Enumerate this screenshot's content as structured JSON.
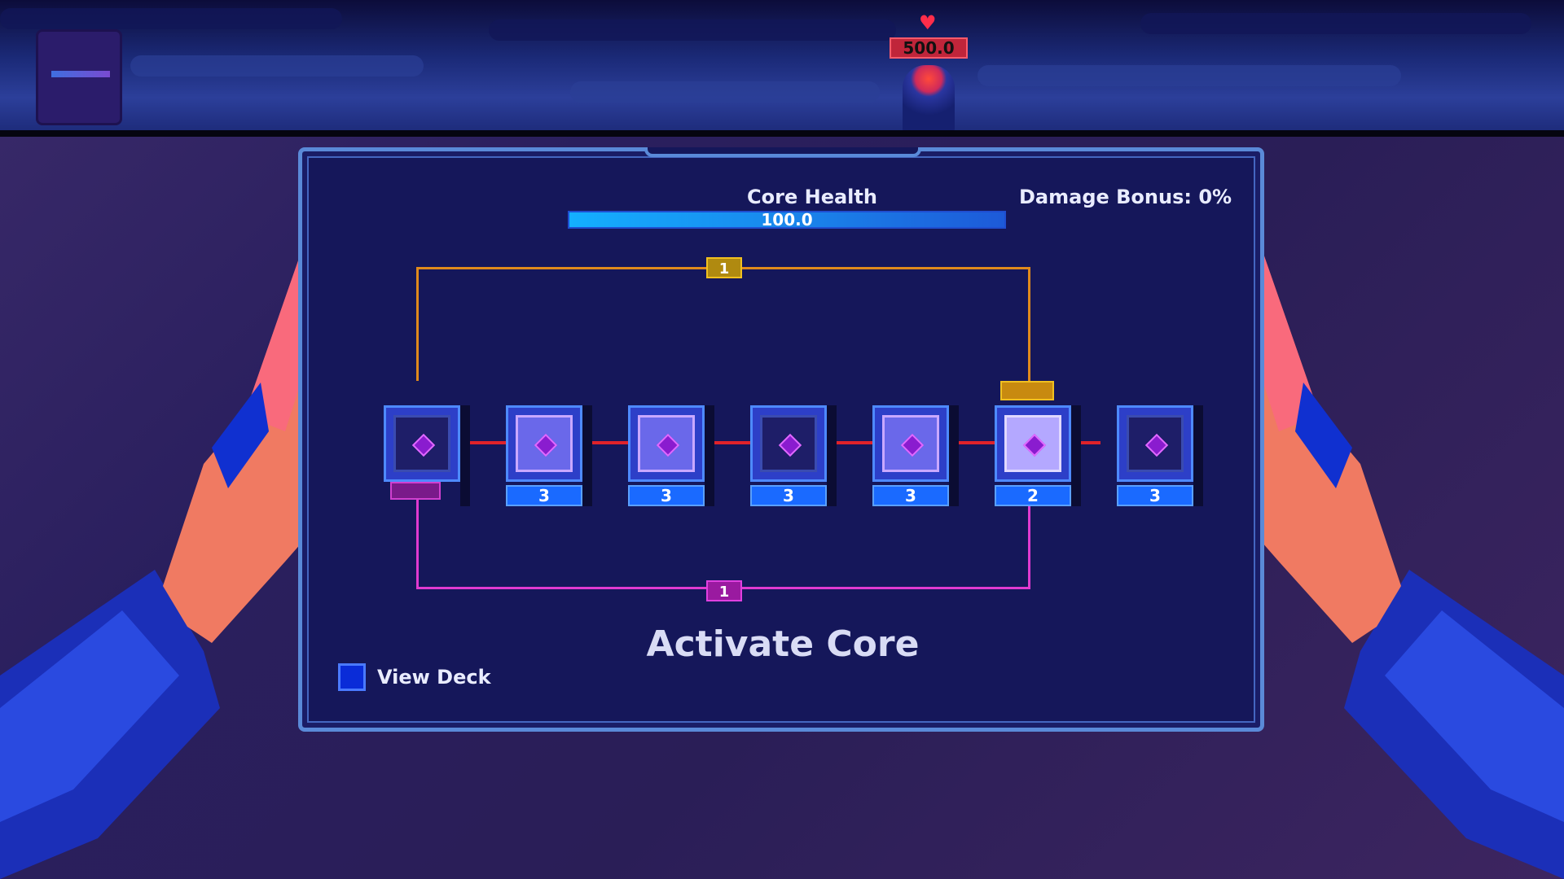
{
  "hud": {
    "enemy_hp": "500.0"
  },
  "panel": {
    "core_health_label": "Core Health",
    "core_health_value": "100.0",
    "core_health_fraction": 1.0,
    "damage_bonus": "Damage Bonus: 0%",
    "top_link_count": "1",
    "bottom_link_count": "1",
    "activate_label": "Activate Core",
    "view_deck_label": "View Deck"
  },
  "cards": [
    {
      "cost": "",
      "style": "held"
    },
    {
      "cost": "3",
      "style": "glyph"
    },
    {
      "cost": "3",
      "style": "glyph"
    },
    {
      "cost": "3",
      "style": "dark"
    },
    {
      "cost": "3",
      "style": "glyph"
    },
    {
      "cost": "2",
      "style": "light"
    },
    {
      "cost": "3",
      "style": "held"
    }
  ],
  "colors": {
    "top_wire": "#e08a1c",
    "bottom_wire": "#e03ad0",
    "link_wire": "#e0222a",
    "accent": "#1a6aff",
    "skin": "#f07a62"
  },
  "icons": [
    "heart-icon",
    "card-gem-icon",
    "deck-key-icon"
  ]
}
